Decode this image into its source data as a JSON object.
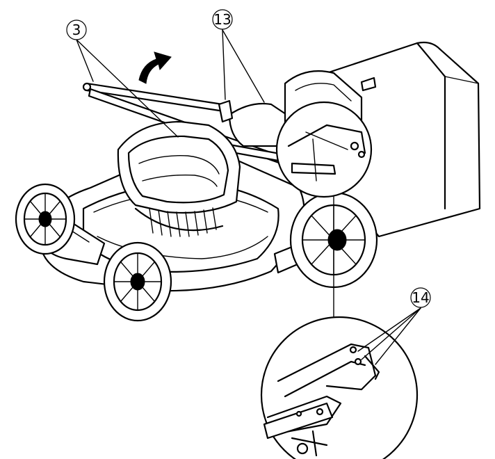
{
  "callouts": [
    {
      "id": "3",
      "label": "3"
    },
    {
      "id": "13",
      "label": "13"
    },
    {
      "id": "14",
      "label": "14"
    }
  ],
  "icons": [
    "fold-direction-arrow-icon",
    "handle-bar",
    "grass-bag",
    "motor-cover",
    "rear-wheel-right",
    "front-wheel-left",
    "magnifier-detail"
  ],
  "colors": {
    "line": "#000000",
    "background": "#ffffff"
  }
}
